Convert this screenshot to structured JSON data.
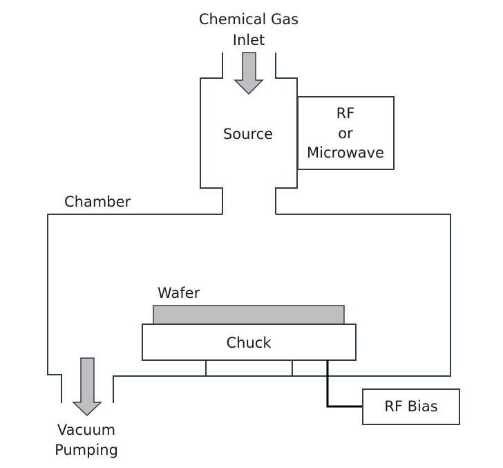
{
  "labels": {
    "gas_inlet_line1": "Chemical Gas",
    "gas_inlet_line2": "Inlet",
    "source": "Source",
    "rf_line1": "RF",
    "rf_line2": "or",
    "rf_line3": "Microwave",
    "chamber": "Chamber",
    "wafer": "Wafer",
    "chuck": "Chuck",
    "rf_bias": "RF Bias",
    "vacuum_line1": "Vacuum",
    "vacuum_line2": "Pumping"
  },
  "colors": {
    "outline": "#2d3a4a",
    "arrow_fill": "#bfbfbf",
    "wafer_fill": "#bfbfbf",
    "text": "#1a1a1a"
  }
}
